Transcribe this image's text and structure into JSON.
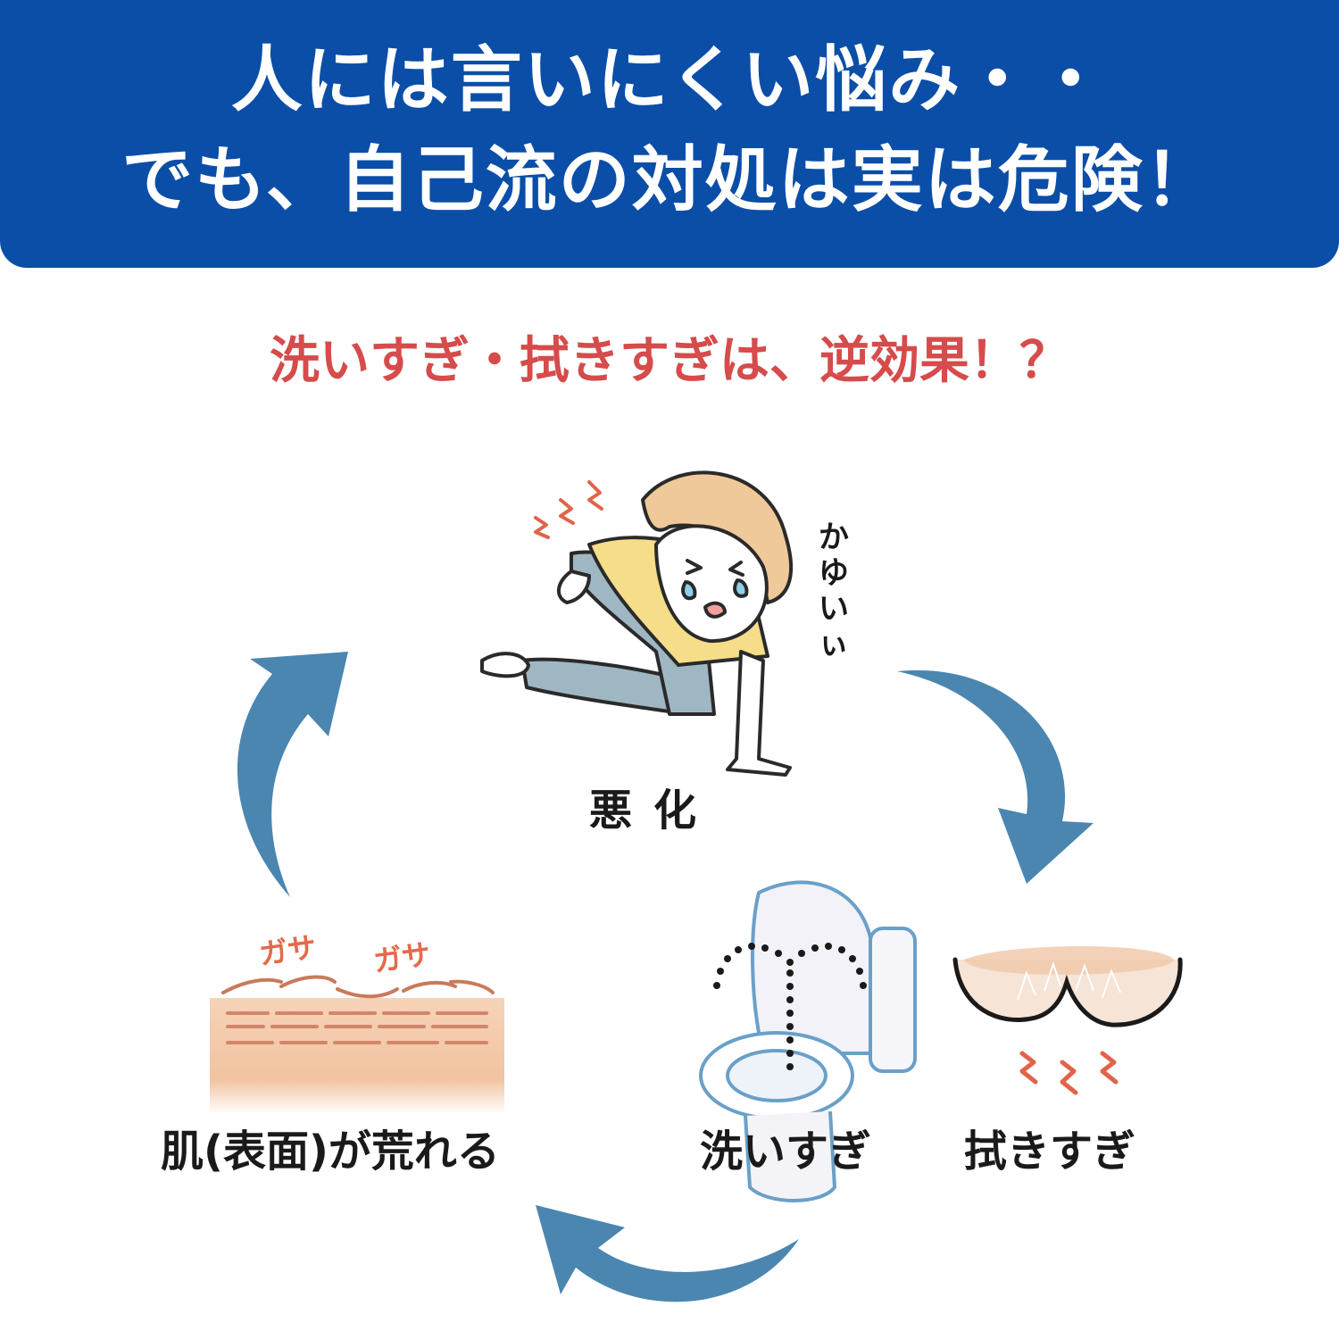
{
  "banner": {
    "line1": "人には言いにくい悩み・・",
    "line2": "でも、自己流の対処は実は危険！"
  },
  "subtitle": "洗いすぎ・拭きすぎは、逆効果！？",
  "cycle": {
    "worse_label": "悪化",
    "skin_label": "肌(表面)が荒れる",
    "wash_label": "洗いすぎ",
    "wipe_label": "拭きすぎ",
    "itchy_text": "かゆいぃ",
    "gasa1": "ガサ",
    "gasa2": "ガサ"
  },
  "colors": {
    "banner": "#0b4ea8",
    "accent_red": "#d64b4b",
    "arrow": "#4a86b0",
    "skin": "#f3c9a8"
  }
}
